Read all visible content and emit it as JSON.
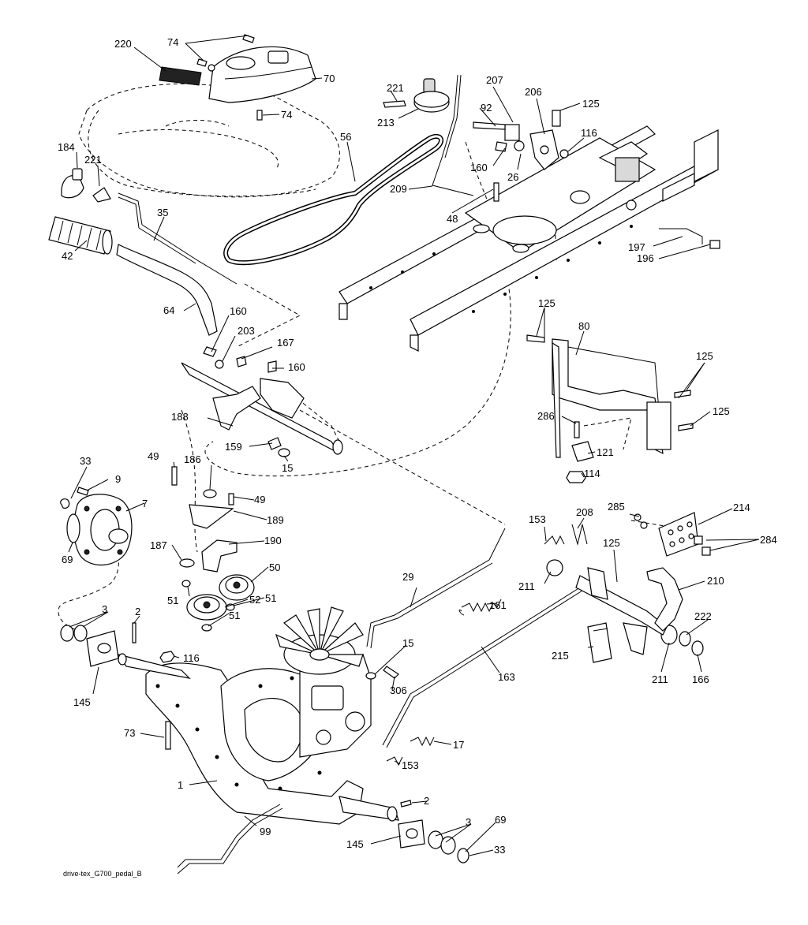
{
  "diagram": {
    "caption": "drive-tex_G700_pedal_B",
    "labels": {
      "l220": "220",
      "l74a": "74",
      "l70": "70",
      "l74b": "74",
      "l221a": "221",
      "l213": "213",
      "l207": "207",
      "l206": "206",
      "l125a": "125",
      "l92": "92",
      "l116a": "116",
      "l160a": "160",
      "l26": "26",
      "l56": "56",
      "l184": "184",
      "l221b": "221",
      "l209": "209",
      "l48": "48",
      "l35": "35",
      "l42": "42",
      "l197": "197",
      "l196": "196",
      "l64": "64",
      "l160b": "160",
      "l203": "203",
      "l167": "167",
      "l160c": "160",
      "l125b": "125",
      "l80": "80",
      "l125c": "125",
      "l125d": "125",
      "l188": "188",
      "l286": "286",
      "l121": "121",
      "l114": "114",
      "l159": "159",
      "l15a": "15",
      "l33a": "33",
      "l9": "9",
      "l49a": "49",
      "l186": "186",
      "l49b": "49",
      "l7": "7",
      "l189": "189",
      "l69a": "69",
      "l187": "187",
      "l190": "190",
      "l50": "50",
      "l51a": "51",
      "l51b": "51",
      "l52": "52",
      "l51c": "51",
      "l153a": "153",
      "l208": "208",
      "l285": "285",
      "l214": "214",
      "l284": "284",
      "l125e": "125",
      "l211a": "211",
      "l210": "210",
      "l29": "29",
      "l161": "161",
      "l222": "222",
      "l3a": "3",
      "l2a": "2",
      "l215": "215",
      "l211b": "211",
      "l166": "166",
      "l116b": "116",
      "l15b": "15",
      "l163": "163",
      "l145a": "145",
      "l306": "306",
      "l73": "73",
      "l17": "17",
      "l153b": "153",
      "l1": "1",
      "l2b": "2",
      "l99": "99",
      "l3b": "3",
      "l69b": "69",
      "l145b": "145",
      "l33b": "33"
    }
  }
}
